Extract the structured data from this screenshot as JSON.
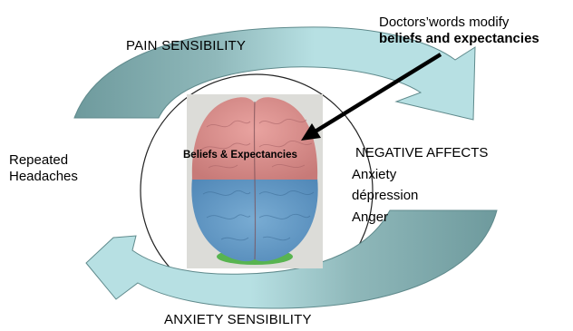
{
  "labels": {
    "pain_sensibility": "PAIN SENSIBILITY",
    "anxiety_sensibility": "ANXIETY SENSIBILITY",
    "repeated_headaches_line1": "Repeated",
    "repeated_headaches_line2": "Headaches",
    "doctors_line1": "Doctors’words modify",
    "doctors_line2": "beliefs and expectancies",
    "negative_affects": "NEGATIVE AFFECTS",
    "anxiety": "Anxiety",
    "depression": "dépression",
    "anger": "Anger",
    "brain_label": "Beliefs & Expectancies"
  },
  "colors": {
    "arrow_light": "#b7e0e3",
    "arrow_dark": "#6e9a9d",
    "arrow_mid": "#8fb8ba",
    "arrow_outline": "#5f8a8c",
    "brain_pink": "#dc8a8a",
    "brain_blue": "#5f97c4",
    "brain_green": "#58b450",
    "photo_bg": "#dcdcd8"
  }
}
